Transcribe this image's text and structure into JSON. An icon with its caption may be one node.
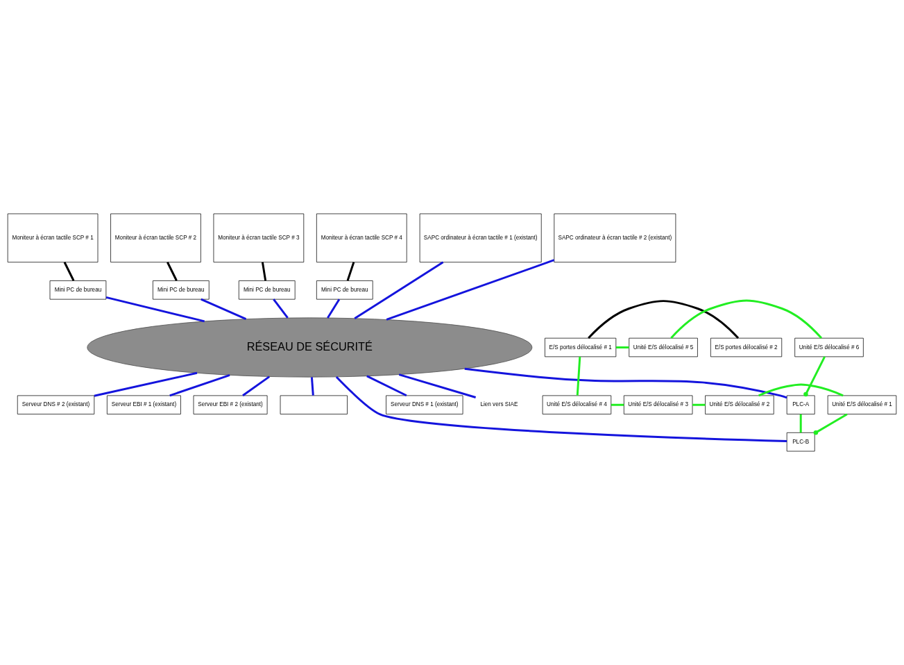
{
  "diagram": {
    "nodes": [
      {
        "text": [
          "Moniteur à écran tactile SCP # 1"
        ]
      },
      {
        "text": [
          "Moniteur à écran tactile SCP # 2"
        ]
      },
      {
        "text": [
          "Moniteur à écran tactile SCP # 3"
        ]
      },
      {
        "text": [
          "Moniteur à écran tactile SCP # 4"
        ]
      },
      {
        "text": [
          "Mini PC de bureau"
        ]
      },
      {
        "text": [
          "Mini PC de bureau"
        ]
      },
      {
        "text": [
          "Mini PC de bureau"
        ]
      },
      {
        "text": [
          "Mini PC de bureau"
        ]
      },
      {
        "text": [
          "SAPC ordinateur à écran tactile # 1 (existant)"
        ]
      },
      {
        "text": [
          "SAPC ordinateur à écran tactile # 2 (existant)"
        ]
      },
      {
        "text": [
          "RÉSEAU DE SÉCURITÉ"
        ]
      },
      {
        "text": [
          "Serveur DNS # 1 (existant)"
        ]
      },
      {
        "text": [
          "Serveur DNS # 2 (existant)"
        ]
      },
      {
        "text": [
          "Serveur EBI # 1 (existant)"
        ]
      },
      {
        "text": [
          "Serveur EBI # 2 (existant)"
        ]
      },
      {
        "text": [],
        "shape": "box"
      },
      {
        "text": [
          "E/S portes délocalisé # 1"
        ]
      },
      {
        "text": [
          "E/S portes délocalisé # 2"
        ]
      },
      {
        "text": [
          "Unité E/S délocalisé # 5"
        ]
      },
      {
        "text": [
          "Unité E/S délocalisé # 6"
        ]
      },
      {
        "text": [
          "PLC-A"
        ]
      },
      {
        "text": [
          "PLC-B"
        ]
      },
      {
        "text": [
          "Lien vers SIAE"
        ]
      },
      {
        "text": [
          "Unité E/S délocalisé # 4"
        ]
      },
      {
        "text": [
          "Unité E/S délocalisé # 3"
        ]
      },
      {
        "text": [
          "Unité E/S délocalisé # 2"
        ]
      },
      {
        "text": [
          "Unité E/S délocalisé # 1"
        ]
      }
    ],
    "edges": [
      {
        "from": 0,
        "to": 4,
        "arrow": "none",
        "color": "#000000"
      },
      {
        "from": 1,
        "to": 5,
        "arrow": "none",
        "color": "#000000"
      },
      {
        "from": 2,
        "to": 6,
        "arrow": "none",
        "color": "#000000"
      },
      {
        "from": 3,
        "to": 7,
        "arrow": "none",
        "color": "#000000"
      },
      {
        "from": 4,
        "to": 10,
        "arrow": "none"
      },
      {
        "from": 5,
        "to": 10,
        "arrow": "none"
      },
      {
        "from": 6,
        "to": 10,
        "arrow": "none"
      },
      {
        "from": 7,
        "to": 10,
        "arrow": "none"
      },
      {
        "from": 8,
        "to": 10,
        "arrow": "none"
      },
      {
        "from": 9,
        "to": 10,
        "arrow": "none"
      },
      {
        "from": 10,
        "to": 11,
        "arrow": "none"
      },
      {
        "from": 10,
        "to": 12,
        "arrow": "none"
      },
      {
        "from": 10,
        "to": 13,
        "arrow": "none"
      },
      {
        "from": 10,
        "to": 14,
        "arrow": "none"
      },
      {
        "from": 10,
        "to": 15,
        "arrow": "none"
      },
      {
        "from": 10,
        "to": 20,
        "arrow": "none"
      },
      {
        "from": 10,
        "to": 21,
        "arrow": "none"
      },
      {
        "from": 10,
        "to": 22,
        "arrow": "none"
      },
      {
        "from": 16,
        "to": 17,
        "arrow": "none",
        "color": "#000000"
      },
      {
        "from": 16,
        "to": 18,
        "arrow": "none",
        "color": "#22ee22"
      },
      {
        "from": 18,
        "to": 19,
        "arrow": "none",
        "color": "#22ee22"
      },
      {
        "from": 19,
        "to": 20,
        "arrow": "other",
        "color": "#22ee22"
      },
      {
        "from": 20,
        "to": 21,
        "arrow": "none",
        "color": "#22ee22"
      },
      {
        "from": 16,
        "to": 23,
        "arrow": "none",
        "color": "#22ee22"
      },
      {
        "from": 23,
        "to": 24,
        "arrow": "none",
        "color": "#22ee22"
      },
      {
        "from": 24,
        "to": 25,
        "arrow": "none",
        "color": "#22ee22"
      },
      {
        "from": 25,
        "to": 26,
        "arrow": "none",
        "color": "#22ee22"
      },
      {
        "from": 26,
        "to": 21,
        "arrow": "other",
        "color": "#22ee22"
      }
    ]
  }
}
